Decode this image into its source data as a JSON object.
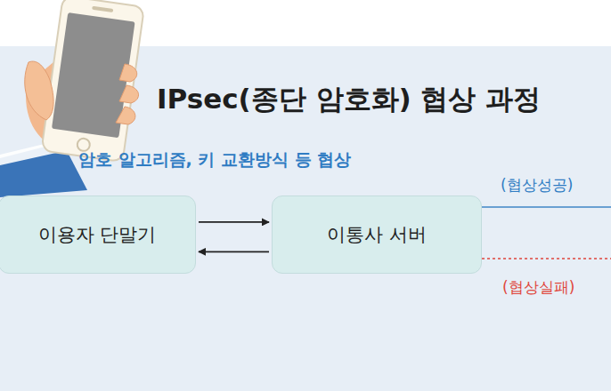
{
  "diagram": {
    "title": "IPsec(종단 암호화) 협상 과정",
    "nodes": [
      {
        "text": [
          "이용자 단말기"
        ]
      },
      {
        "text": [
          "이통사 서버"
        ]
      }
    ],
    "edges": [
      {
        "from": 0,
        "to": 1,
        "arrow": "to"
      },
      {
        "from": 1,
        "to": 0,
        "arrow": "to"
      }
    ],
    "labels": [
      "암호 알고리즘, 키 교환방식 등 협상",
      "(협상성공)",
      "(협상실패)"
    ]
  }
}
